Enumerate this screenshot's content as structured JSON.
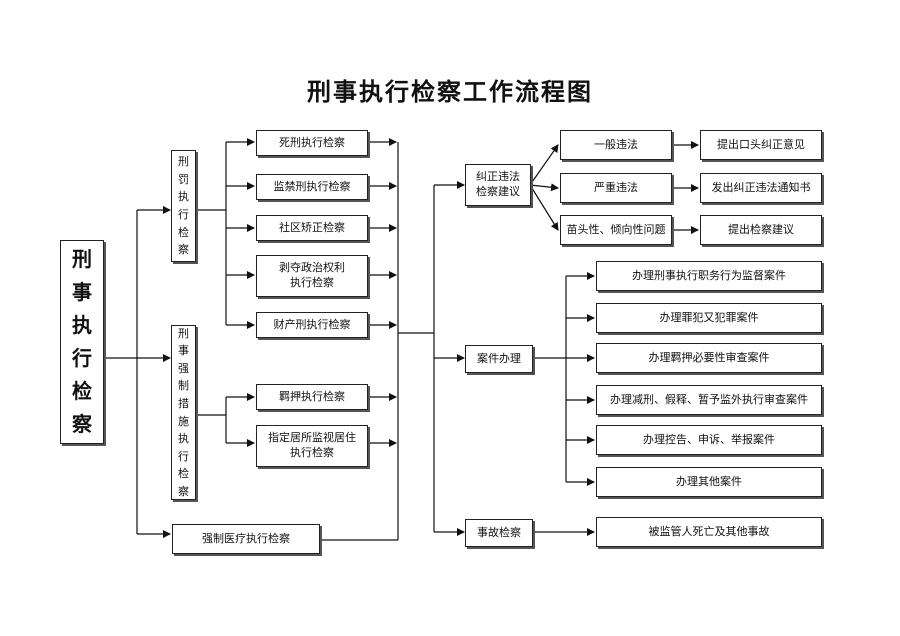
{
  "title": "刑事执行检察工作流程图",
  "root": "刑\n事\n执\n行\n检\n察",
  "categories": {
    "penalty": "刑\n罚\n执\n行\n检\n察",
    "coercive": "刑\n事\n强\n制\n措\n施\n执\n行\n检\n察",
    "medical": "强制医疗执行检察"
  },
  "penalty_items": [
    "死刑执行检察",
    "监禁刑执行检察",
    "社区矫正检察",
    "剥夺政治权利\n执行检察",
    "财产刑执行检察"
  ],
  "coercive_items": [
    "羁押执行检察",
    "指定居所监视居住\n执行检察"
  ],
  "actions": {
    "correction": "纠正违法\n检察建议",
    "cases": "案件办理",
    "incident": "事故检察"
  },
  "correction_levels": [
    "一般违法",
    "严重违法",
    "苗头性、倾向性问题"
  ],
  "correction_results": [
    "提出口头纠正意见",
    "发出纠正违法通知书",
    "提出检察建议"
  ],
  "case_types": [
    "办理刑事执行职务行为监督案件",
    "办理罪犯又犯罪案件",
    "办理羁押必要性审查案件",
    "办理减刑、假释、暂予监外执行审查案件",
    "办理控告、申诉、举报案件",
    "办理其他案件"
  ],
  "incident_item": "被监管人死亡及其他事故"
}
